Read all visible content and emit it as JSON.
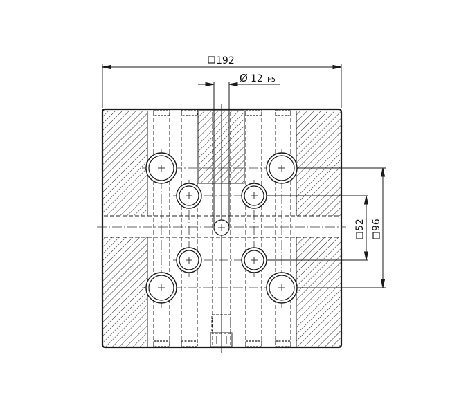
{
  "drawing": {
    "type": "technical-section-view",
    "colors": {
      "line": "#1a1a1a",
      "background": "#ffffff",
      "hatch": "#222222"
    },
    "dimensions": {
      "overall_width": {
        "symbol": "□",
        "value": "192"
      },
      "center_bore": {
        "symbol": "Ø",
        "value": "12",
        "tolerance": "F5"
      },
      "inner_square": {
        "symbol": "□",
        "value": "52"
      },
      "outer_square": {
        "symbol": "□",
        "value": "96"
      }
    }
  }
}
